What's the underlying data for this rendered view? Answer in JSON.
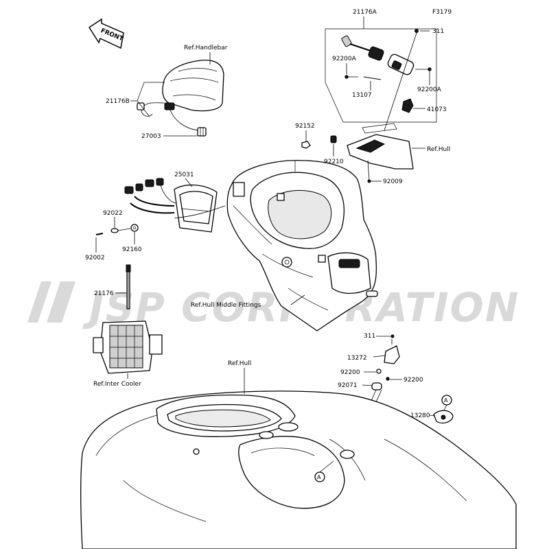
{
  "figure_code": "F3179",
  "front_label": "FRONT",
  "watermark": "JSP CORPORATION",
  "callouts": {
    "p21176A": "21176A",
    "p311_top": "311",
    "p92200A_l": "92200A",
    "p92200A_r": "92200A",
    "p13107": "13107",
    "p41073": "41073",
    "ref_hull_top": "Ref.Hull",
    "p92009": "92009",
    "ref_handlebar": "Ref.Handlebar",
    "p21176B": "21176B",
    "p27003": "27003",
    "p92152": "92152",
    "p92210": "92210",
    "p25031": "25031",
    "p92022": "92022",
    "p92002": "92002",
    "p92160": "92160",
    "p21176": "21176",
    "ref_hull_middle": "Ref.Hull Middle Fittings",
    "p311_bot": "311",
    "p13272": "13272",
    "p92200_l": "92200",
    "p92200_r": "92200",
    "p92071": "92071",
    "p13280": "13280",
    "ref_intercooler": "Ref.Inter Cooler",
    "ref_hull_bottom": "Ref.Hull",
    "marker_a": "A"
  }
}
